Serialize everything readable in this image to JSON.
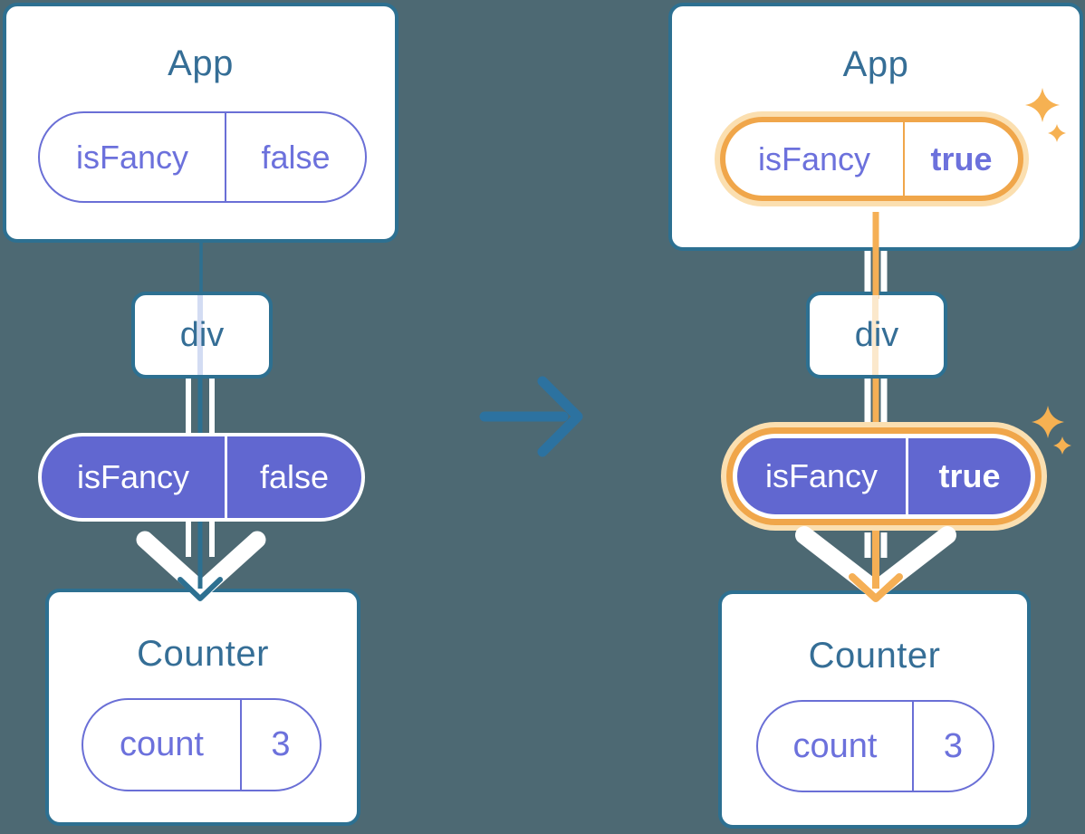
{
  "colors": {
    "background": "#4D6973",
    "card_border_blue": "#2D7091",
    "title_blue": "#356E96",
    "purple_fill": "#6167D0",
    "purple_outline": "#6A6FD6",
    "purple_text": "#6C71DC",
    "orange_ring": "#F0A64A",
    "orange_line": "#F5AF55",
    "orange_ring_light": "#FBDFB0",
    "sparkle_orange": "#F6B152",
    "white": "#FFFFFF"
  },
  "icons": {
    "transition_arrow": "right-arrow",
    "sparkles": "four-point-star",
    "prop_flow_arrow": "down-chevron-arrow"
  },
  "left_tree": {
    "app": {
      "title": "App",
      "prop": {
        "name": "isFancy",
        "value": "false"
      }
    },
    "div_node": {
      "label": "div"
    },
    "passed_prop": {
      "name": "isFancy",
      "value": "false"
    },
    "counter": {
      "title": "Counter",
      "state": {
        "name": "count",
        "value": "3"
      }
    }
  },
  "right_tree": {
    "app": {
      "title": "App",
      "prop": {
        "name": "isFancy",
        "value": "true"
      }
    },
    "div_node": {
      "label": "div"
    },
    "passed_prop": {
      "name": "isFancy",
      "value": "true"
    },
    "counter": {
      "title": "Counter",
      "state": {
        "name": "count",
        "value": "3"
      }
    }
  }
}
